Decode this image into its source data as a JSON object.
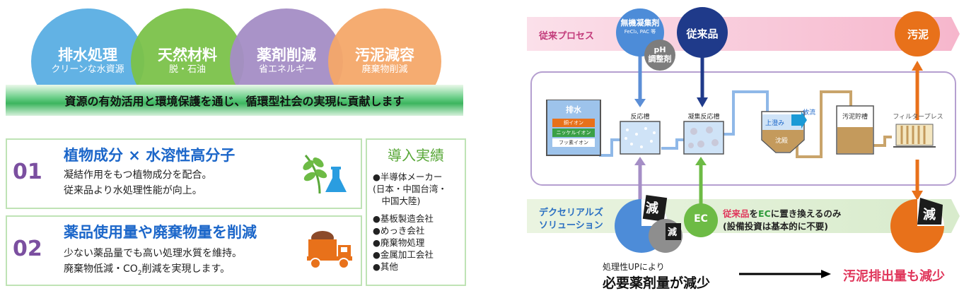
{
  "circles": [
    {
      "title": "排水処理",
      "sub": "クリーンな水資源",
      "color": "#5aaee3"
    },
    {
      "title": "天然材料",
      "sub": "脱・石油",
      "color": "#7cc24a"
    },
    {
      "title": "薬剤削減",
      "sub": "省エネルギー",
      "color": "#a58ec6"
    },
    {
      "title": "汚泥減容",
      "sub": "廃棄物削減",
      "color": "#f5a86a"
    }
  ],
  "banner": "資源の有効活用と環境保護を通じ、循環型社会の実現に貢献します",
  "features": [
    {
      "num": "01",
      "title": "植物成分 × 水溶性高分子",
      "line1": "凝結作用をもつ植物成分を配合。",
      "line2": "従来品より水処理性能が向上。"
    },
    {
      "num": "02",
      "title": "薬品使用量や廃棄物量を削減",
      "line1": "少ない薬品量でも高い処理水質を維持。",
      "line2_a": "廃棄物低減・CO",
      "line2_sub": "2",
      "line2_b": "削減を実現します。"
    }
  ],
  "results": {
    "title": "導入実績",
    "items": [
      "●半導体メーカー",
      "(日本・中国台湾・",
      "　中国大陸)",
      "",
      "●基板製造会社",
      "●めっき会社",
      "●廃棄物処理",
      "●金属加工会社",
      "●其他"
    ]
  },
  "process": {
    "conventional_label": "従来プロセス",
    "decel_label_1": "デクセリアルズ",
    "decel_label_2": "ソリューション",
    "coagulant_1": "無機凝集剤",
    "coagulant_2": "FeCl₃, PAC 等",
    "ph_1": "pH",
    "ph_2": "調整剤",
    "conventional_product": "従来品",
    "sludge": "汚泥",
    "wastewater": "排水",
    "ion_cu": "銅イオン",
    "ion_ni": "ニッケルイオン",
    "ion_f": "フッ素イオン",
    "tank1": "反応槽",
    "tank2": "凝集反応槽",
    "supernatant": "上澄み",
    "discharge": "放流",
    "sediment": "沈殿",
    "sludge_tank": "汚泥貯槽",
    "filter_press": "フィルタープレス",
    "reduce": "減",
    "ec": "EC",
    "replace_a": "従来品",
    "replace_b": "を",
    "replace_c": "EC",
    "replace_d": "に置き換えるのみ",
    "replace_note": "(設備投資は基本的に不要)",
    "perf_up": "処理性UPにより",
    "less_chem": "必要薬剤量が減少",
    "less_sludge": "汚泥排出量も減少"
  }
}
